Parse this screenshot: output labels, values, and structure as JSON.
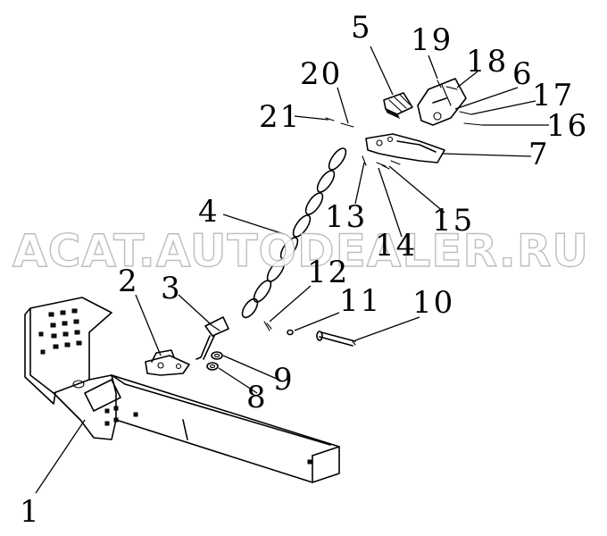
{
  "watermark": "ACAT.AUTODEALER.RU",
  "callouts": {
    "p1": "1",
    "p2": "2",
    "p3": "3",
    "p4": "4",
    "p5": "5",
    "p6": "6",
    "p7": "7",
    "p8": "8",
    "p9": "9",
    "p10": "10",
    "p11": "11",
    "p12": "12",
    "p13": "13",
    "p14": "14",
    "p15": "15",
    "p16": "16",
    "p17": "17",
    "p18": "18",
    "p19": "19",
    "p20": "20",
    "p21": "21"
  }
}
